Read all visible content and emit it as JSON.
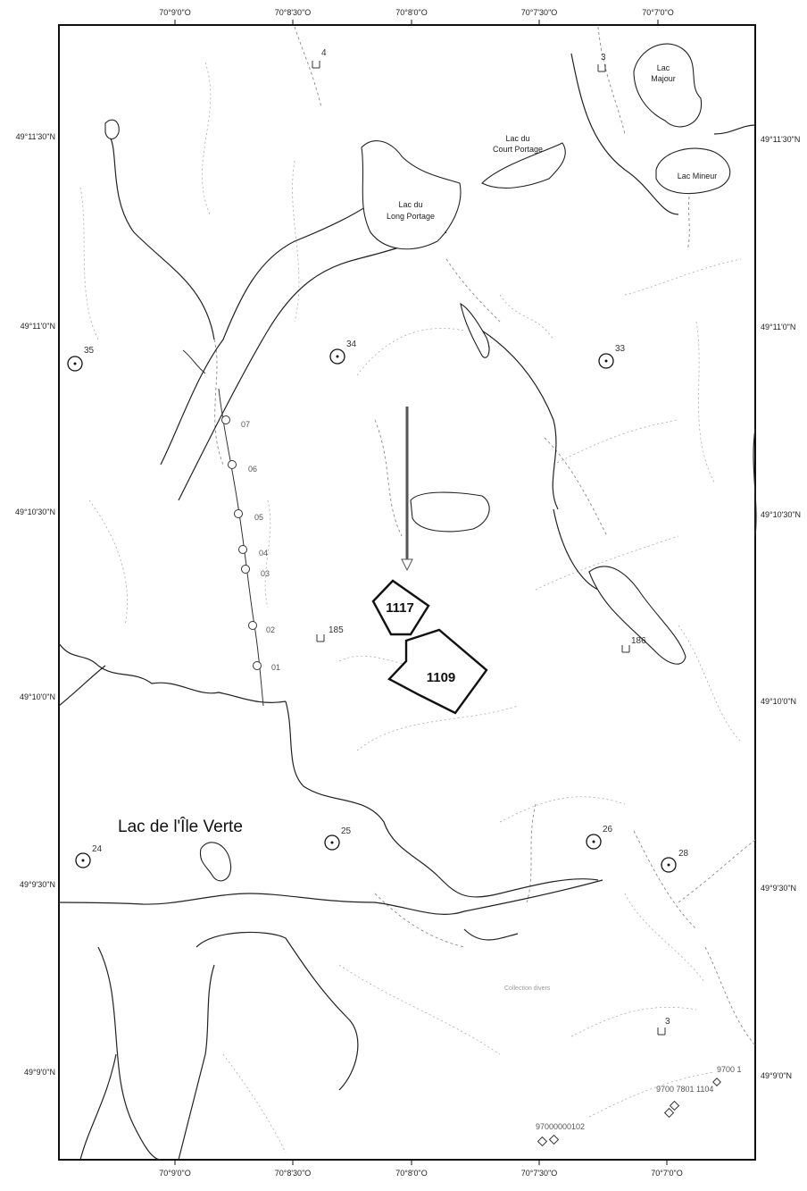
{
  "coords": {
    "top": [
      "70°9'0\"O",
      "70°8'30\"O",
      "70°8'0\"O",
      "70°7'30\"O",
      "70°7'0\"O"
    ],
    "bottom": [
      "70°9'0\"O",
      "70°8'30\"O",
      "70°8'0\"O",
      "70°7'30\"O",
      "70°7'0\"O"
    ],
    "left": [
      "49°11'30\"N",
      "49°11'0\"N",
      "49°10'30\"N",
      "49°10'0\"N",
      "49°9'30\"N",
      "49°9'0\"N"
    ],
    "right": [
      "49°11'30\"N",
      "49°11'0\"N",
      "49°10'30\"N",
      "49°10'0\"N",
      "49°9'30\"N",
      "49°9'0\"N"
    ]
  },
  "lakes": {
    "majour_1": "Lac",
    "majour_2": "Majour",
    "court_1": "Lac du",
    "court_2": "Court Portage",
    "mineur": "Lac Mineur",
    "long_1": "Lac du",
    "long_2": "Long Portage",
    "ile_verte": "Lac de l'Île Verte"
  },
  "stations": {
    "s35": "35",
    "s34": "34",
    "s33": "33",
    "s24": "24",
    "s25": "25",
    "s26": "26",
    "s28": "28"
  },
  "markers": {
    "m4": "4",
    "m3_top": "3",
    "m185": "185",
    "m186": "186",
    "m3_bottom": "3"
  },
  "samples": {
    "p07": "07",
    "p06": "06",
    "p05": "05",
    "p04": "04",
    "p03": "03",
    "p02": "02",
    "p01": "01"
  },
  "blocks": {
    "b1117": "1117",
    "b1109": "1109"
  },
  "bottom_labels": {
    "left_group": "97000000102",
    "mid_group": "9700 7801 1104",
    "right_group": "9700 1"
  },
  "faint_label": "Collection divers"
}
